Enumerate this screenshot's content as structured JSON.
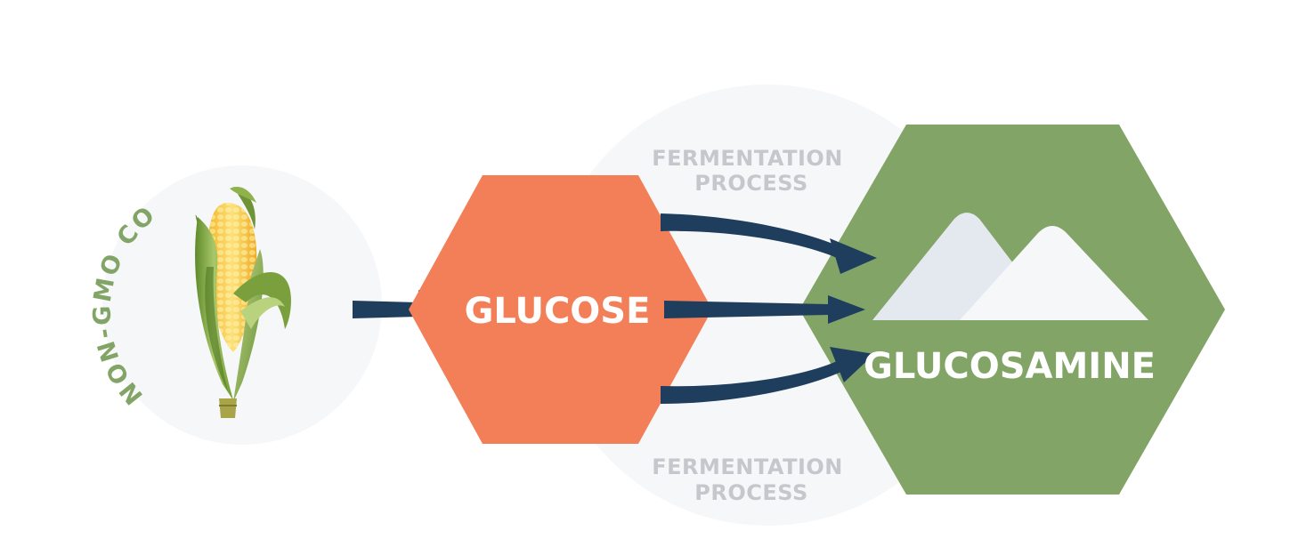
{
  "source_label": "NON-GMO CORN",
  "intermediate_label": "GLUCOSE",
  "product_label": "GLUCOSAMINE",
  "process_top": {
    "line1": "FERMENTATION",
    "line2": "PROCESS"
  },
  "process_bottom": {
    "line1": "FERMENTATION",
    "line2": "PROCESS"
  },
  "colors": {
    "glucose_hexagon": "#f37f59",
    "glucosamine_hexagon": "#82a567",
    "arrow": "#1f3e5d",
    "source_label": "#82a567",
    "process_text": "#c4c8cd",
    "background_circle": "#f6f7f9"
  },
  "icons": {
    "corn": "corn-cob-icon",
    "powder": "powder-mound-icon"
  }
}
